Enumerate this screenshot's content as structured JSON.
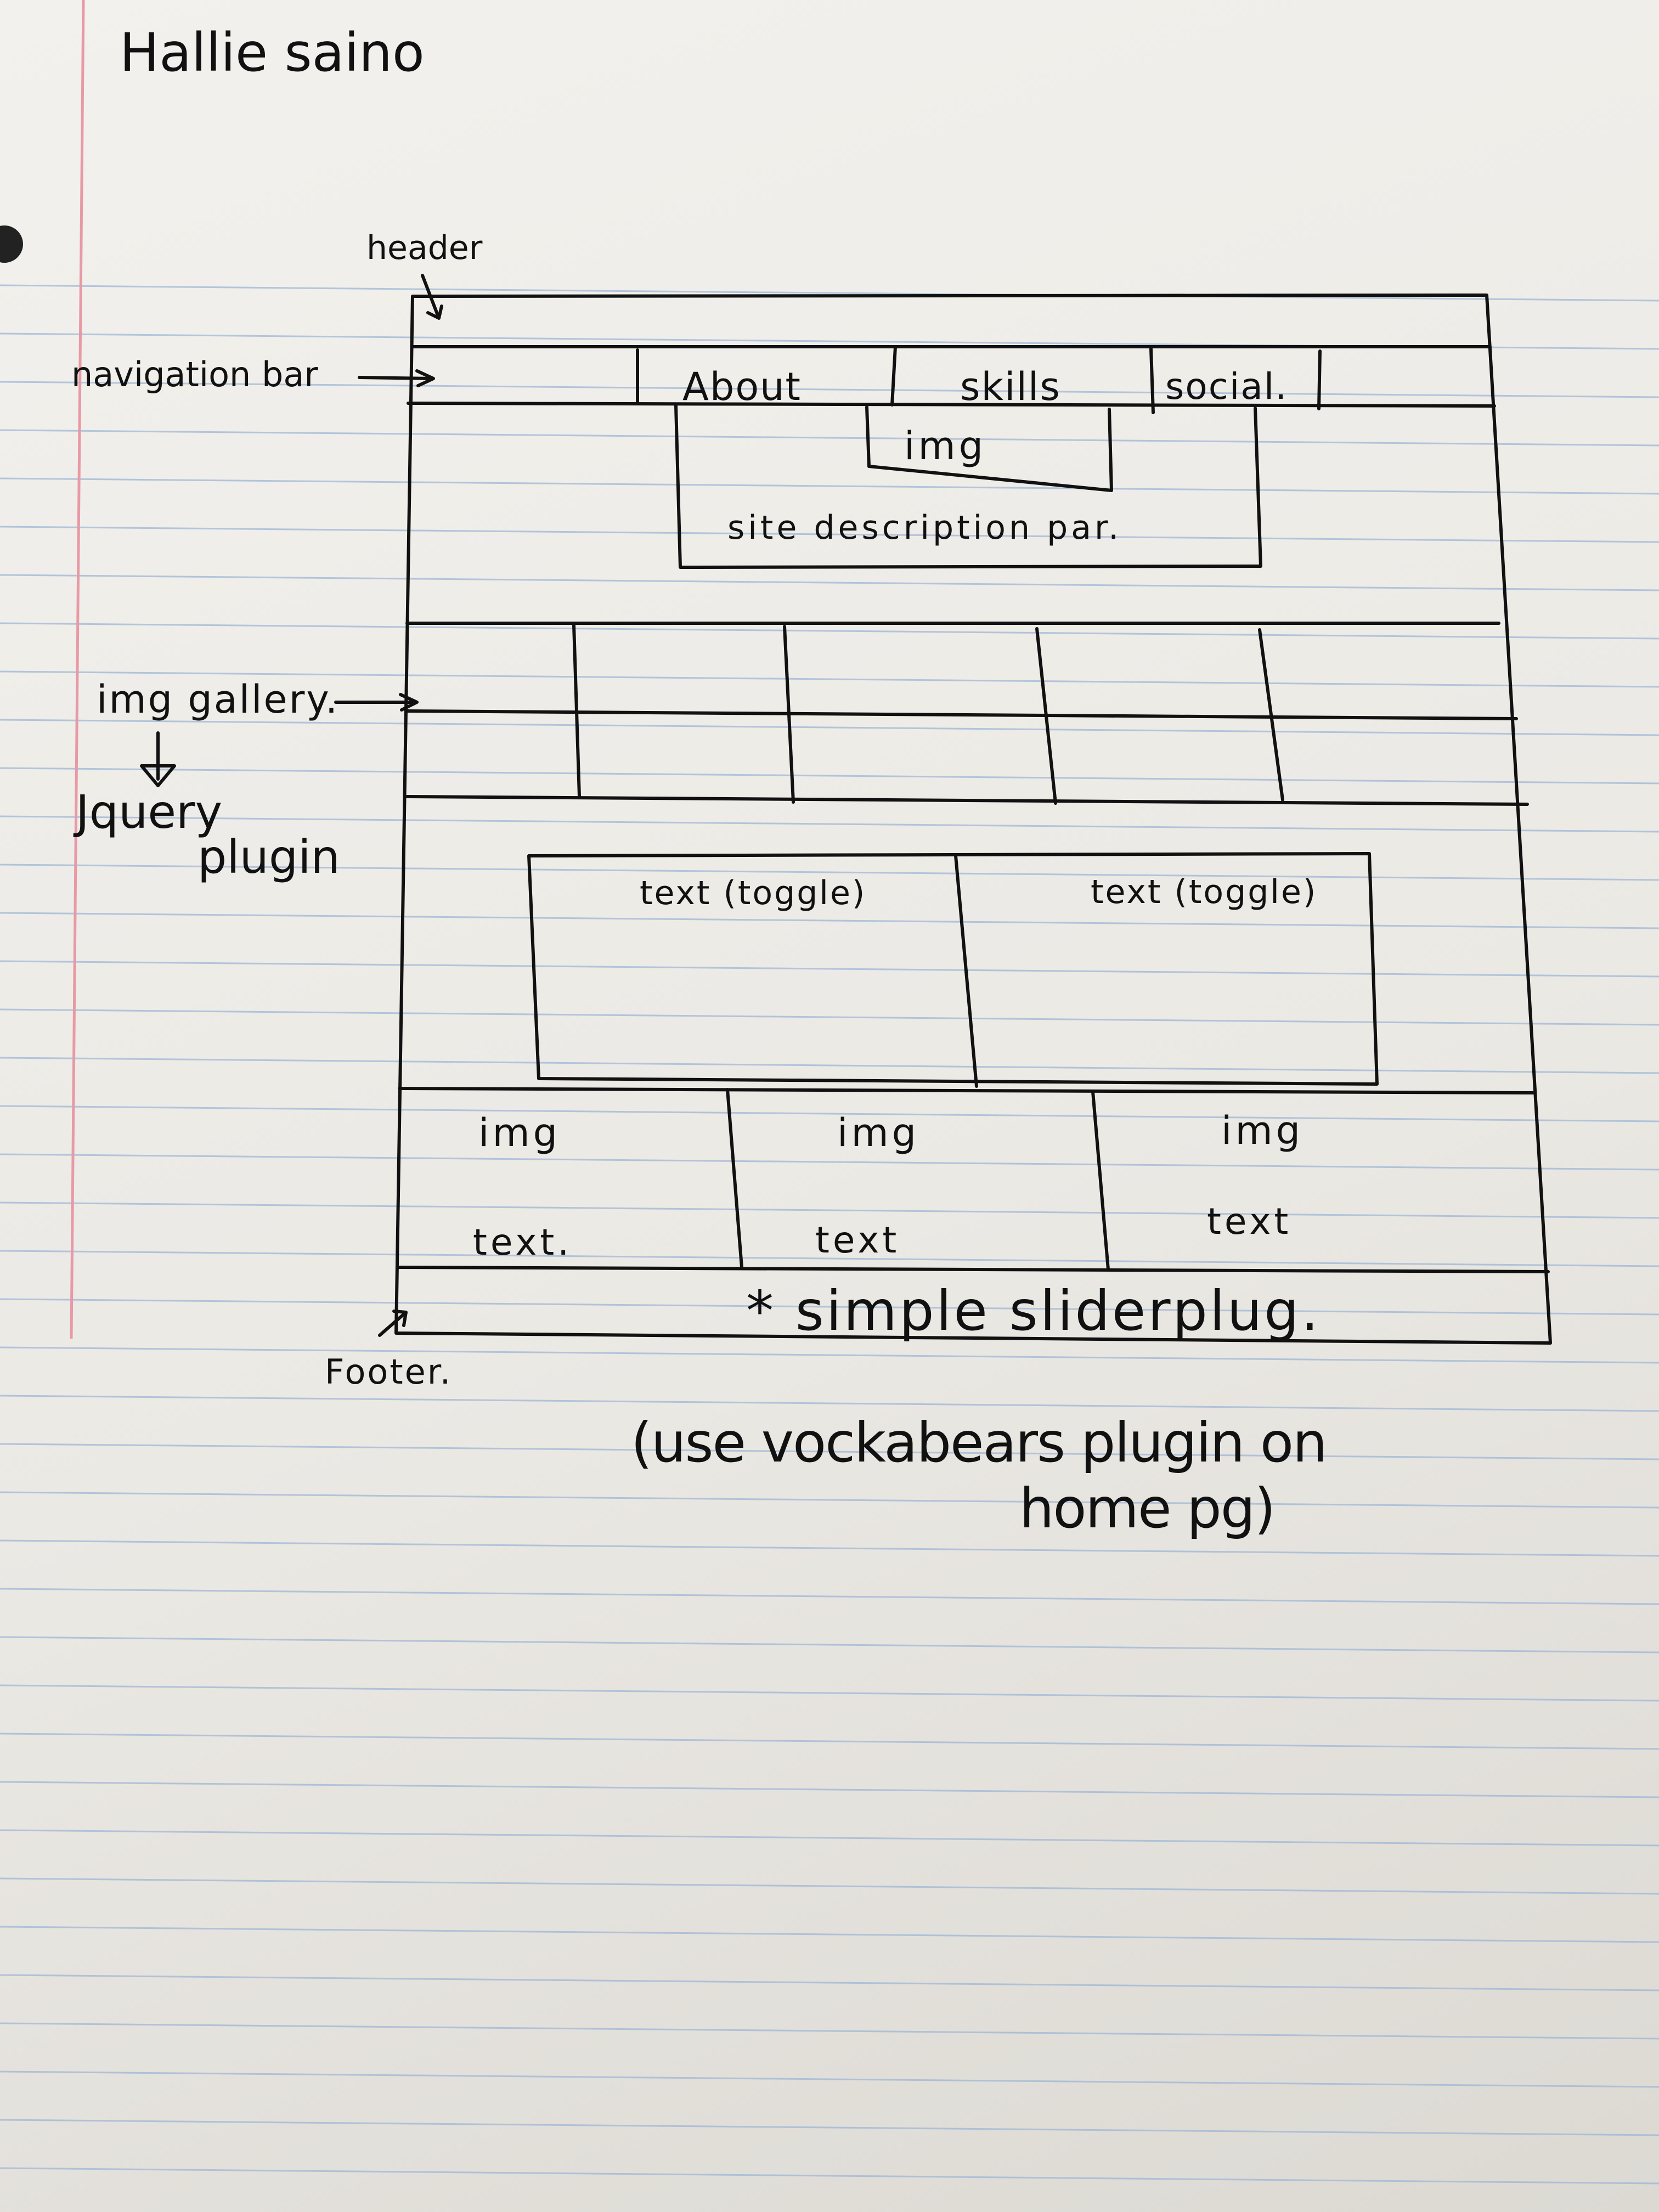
{
  "author_name": "Hallie saino",
  "annotations": {
    "header": "header",
    "navigation_bar": "navigation bar",
    "img_gallery": "img gallery.",
    "jquery_plugin_line1": "Jquery",
    "jquery_plugin_line2": "plugin",
    "footer": "Footer."
  },
  "nav": {
    "items": [
      "About",
      "skills",
      "social."
    ]
  },
  "hero": {
    "img_label": "img",
    "description": "site description par."
  },
  "toggle_panels": [
    "text (toggle)",
    "text (toggle)"
  ],
  "cards": [
    {
      "img": "img",
      "text": "text."
    },
    {
      "img": "img",
      "text": "text"
    },
    {
      "img": "img",
      "text": "text"
    }
  ],
  "footer_note": "* simple sliderplug.",
  "bottom_note_line1": "(use vockabears plugin on",
  "bottom_note_line2": "home pg)",
  "colors": {
    "paper": "#efeeea",
    "rule_lines": "#9fb7d6",
    "margin_line": "#e79aa6",
    "ink": "#111111"
  }
}
